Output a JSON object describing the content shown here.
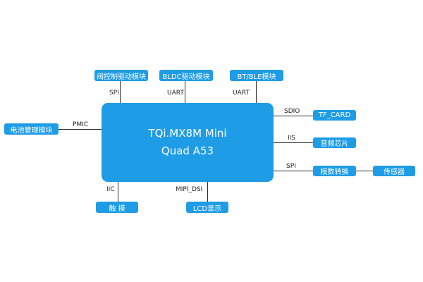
{
  "diagram": {
    "accent_color": "#1f9ce6",
    "main_block": {
      "line1": "TQi.MX8M Mini",
      "line2": "Quad A53"
    },
    "blocks": {
      "valve_control": "阀控制驱动模块",
      "bldc": "BLDC驱动模块",
      "bt_ble": "BT/BLE模块",
      "battery_mgmt": "电池管理模块",
      "tf_card": "TF_CARD",
      "audio_chip": "音频芯片",
      "adc": "模数转换",
      "sensor": "传感器",
      "touch": "触 摸",
      "lcd": "LCD显示"
    },
    "links": {
      "spi_top": "SPI",
      "uart_mid": "UART",
      "uart_right": "UART",
      "pmic": "PMIC",
      "sdio": "SDIO",
      "iis": "IIS",
      "spi_right": "SPI",
      "iic": "IIC",
      "mipi_dsi": "MIPI_DSI"
    }
  }
}
